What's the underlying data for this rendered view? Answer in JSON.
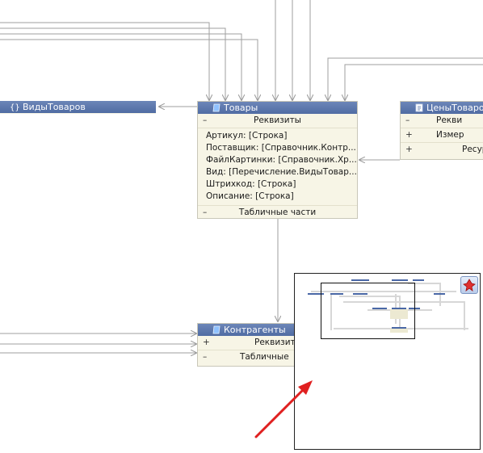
{
  "entities": {
    "vidy": {
      "title": "ВидыТоваров"
    },
    "tovary": {
      "title": "Товары",
      "sections": {
        "rekvizity": {
          "toggle": "–",
          "label": "Реквизиты"
        },
        "tabular": {
          "toggle": "–",
          "label": "Табличные части"
        }
      },
      "attributes": [
        "Артикул: [Строка]",
        "Поставщик: [Справочник.Контр...",
        "ФайлКартинки: [Справочник.Хр...",
        "Вид: [Перечисление.ВидыТовар...",
        "Штрихкод: [Строка]",
        "Описание: [Строка]"
      ]
    },
    "tseny": {
      "title": "ЦеныТоваров",
      "rows": [
        {
          "toggle": "–",
          "label": "Рекви"
        },
        {
          "toggle": "+",
          "label": "Измер"
        },
        {
          "toggle": "+",
          "label": "Ресур"
        }
      ]
    },
    "kontragenty": {
      "title": "Контрагенты",
      "rows": [
        {
          "toggle": "+",
          "label": "Реквизиты"
        },
        {
          "toggle": "–",
          "label": "Табличные"
        }
      ]
    }
  },
  "icons": {
    "vidy": "enum-icon",
    "tovary": "catalog-icon",
    "tseny": "register-icon",
    "kontragenty": "catalog-icon",
    "overview_button": "pin-icon"
  },
  "colors": {
    "header": "#5a74a8",
    "body": "#f7f5e6",
    "line": "#9a9a9a",
    "annotation_arrow": "#e02020"
  }
}
